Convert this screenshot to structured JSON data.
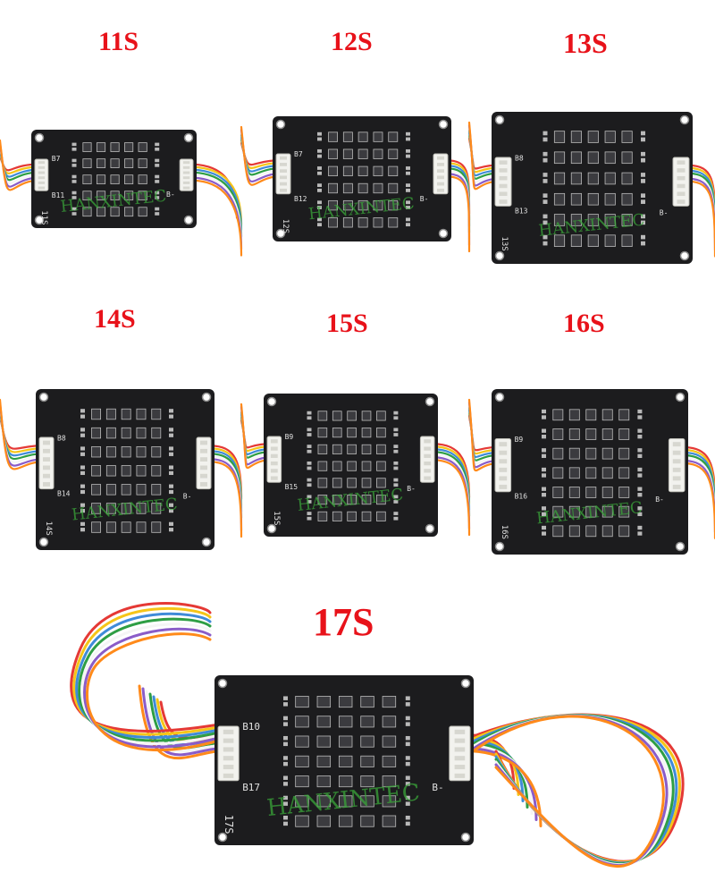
{
  "colors": {
    "label": "#e8121a",
    "board": "#1c1c1e",
    "component": "#3b3b3f",
    "pad": "#b9b9b9",
    "connector": "#f2f2ee",
    "wires": [
      "#e53935",
      "#f5c518",
      "#3f8bd8",
      "#2e9e44",
      "#f5f5f5",
      "#8a5cc8",
      "#ff8a1a"
    ]
  },
  "boards": [
    {
      "id": "11s",
      "label": "11S",
      "silk": "11S",
      "pins_left": [
        "B7",
        "B11"
      ]
    },
    {
      "id": "12s",
      "label": "12S",
      "silk": "12S",
      "pins_left": [
        "B7",
        "B12"
      ]
    },
    {
      "id": "13s",
      "label": "13S",
      "silk": "13S",
      "pins_left": [
        "B8",
        "B13"
      ]
    },
    {
      "id": "14s",
      "label": "14S",
      "silk": "14S",
      "pins_left": [
        "B8",
        "B14"
      ]
    },
    {
      "id": "15s",
      "label": "15S",
      "silk": "15S",
      "pins_left": [
        "B9",
        "B15"
      ]
    },
    {
      "id": "16s",
      "label": "16S",
      "silk": "16S",
      "pins_left": [
        "B9",
        "B16"
      ]
    },
    {
      "id": "17s",
      "label": "17S",
      "silk": "17S",
      "pins_left": [
        "B10",
        "B17"
      ]
    }
  ],
  "pin_right": "B-",
  "watermark": "HANXINTEC"
}
